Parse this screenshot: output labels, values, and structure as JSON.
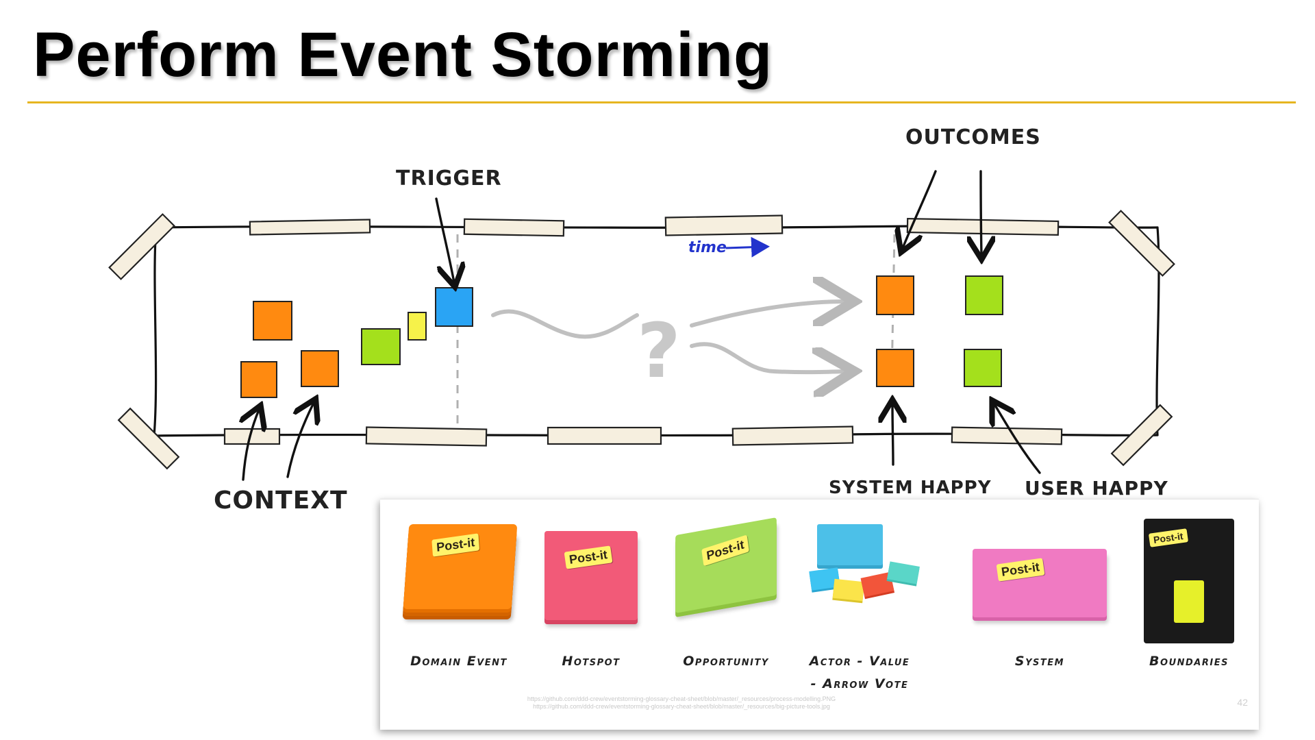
{
  "slide": {
    "title": "Perform Event Storming",
    "page_number": "42",
    "accent_color": "#e6b520"
  },
  "diagram": {
    "labels": {
      "trigger": "TRIGGER",
      "outcomes": "OUTCOMES",
      "time": "time",
      "question": "?",
      "context": "CONTEXT",
      "system_happy": "SYSTEM HAPPY",
      "user_happy": "USER HAPPY"
    },
    "colors": {
      "orange": "#ff8a10",
      "green": "#a4e01c",
      "yellow": "#f6f24a",
      "blue": "#2aa4f4",
      "tape": "#f6efdf"
    }
  },
  "legend": {
    "items": [
      {
        "label": "Domain Event",
        "color": "#ff8a10"
      },
      {
        "label": "Hotspot",
        "color": "#f25a78"
      },
      {
        "label": "Opportunity",
        "color": "#a6dc5a"
      },
      {
        "label": "Actor - Value",
        "label2": "- Arrow Vote",
        "color": "#4cc0e8"
      },
      {
        "label": "System",
        "color": "#f07ac2"
      },
      {
        "label": "Boundaries",
        "color": "#e6f02a"
      }
    ],
    "logo_text": "Post-it",
    "credit_line1": "https://github.com/ddd-crew/eventstorming-glossary-cheat-sheet/blob/master/_resources/process-modelling.PNG",
    "credit_line2": "https://github.com/ddd-crew/eventstorming-glossary-cheat-sheet/blob/master/_resources/big-picture-tools.jpg"
  }
}
